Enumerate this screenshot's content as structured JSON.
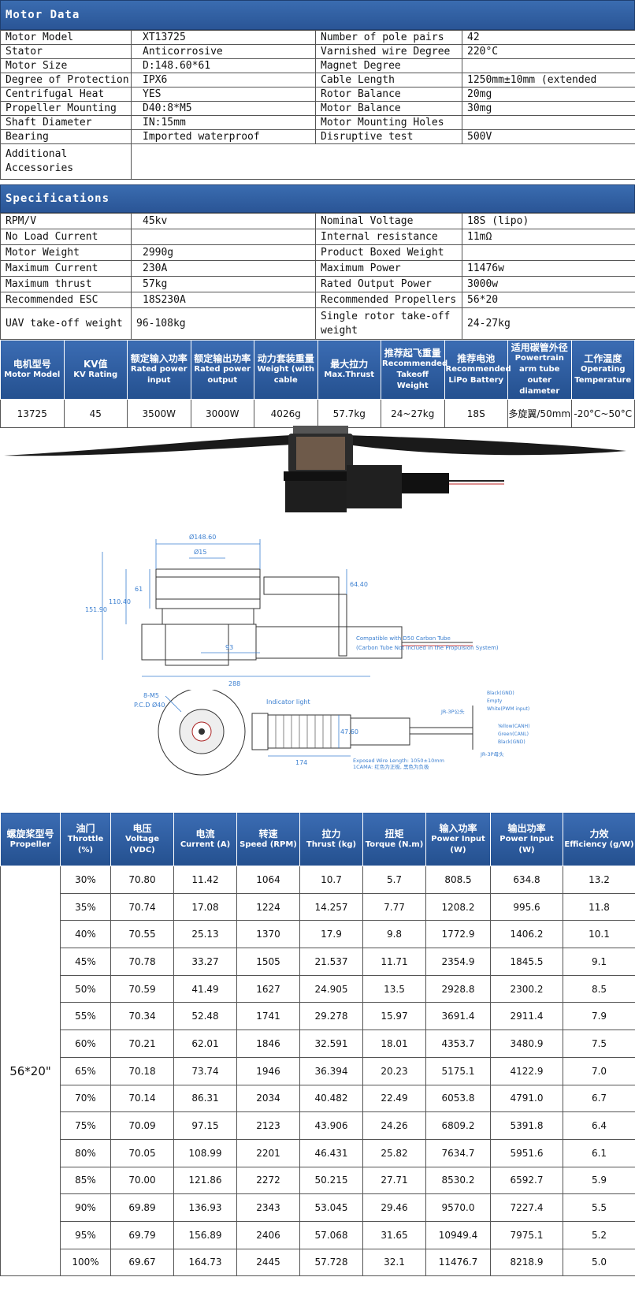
{
  "motor_data": {
    "title": "Motor Data",
    "rows": [
      {
        "k1": "Motor Model",
        "v1": "XT13725",
        "k2": "Number of pole pairs",
        "v2": "42"
      },
      {
        "k1": "Stator",
        "v1": "Anticorrosive",
        "k2": "Varnished wire Degree",
        "v2": "220°C"
      },
      {
        "k1": "Motor Size",
        "v1": "D:148.60*61",
        "k2": "Magnet Degree",
        "v2": ""
      },
      {
        "k1": "Degree of Protection",
        "v1": "IPX6",
        "k2": "Cable Length",
        "v2": "1250mm±10mm  (extended"
      },
      {
        "k1": "Centrifugal Heat",
        "v1": "YES",
        "k2": "Rotor Balance",
        "v2": "20mg"
      },
      {
        "k1": "Propeller Mounting",
        "v1": "D40:8*M5",
        "k2": "Motor Balance",
        "v2": "30mg"
      },
      {
        "k1": "Shaft Diameter",
        "v1": "IN:15mm",
        "k2": "Motor Mounting Holes",
        "v2": ""
      },
      {
        "k1": "Bearing",
        "v1": "Imported waterproof",
        "k2": "Disruptive test",
        "v2": "500V"
      }
    ],
    "accessories_label": "Additional Accessories",
    "accessories_value": ""
  },
  "specifications": {
    "title": "Specifications",
    "rows": [
      {
        "k1": "RPM/V",
        "v1": "45kv",
        "k2": "Nominal Voltage",
        "v2": "18S  (lipo)"
      },
      {
        "k1": "No Load Current",
        "v1": "",
        "k2": "Internal resistance",
        "v2": "11mΩ"
      },
      {
        "k1": "Motor Weight",
        "v1": "2990g",
        "k2": "Product Boxed Weight",
        "v2": ""
      },
      {
        "k1": "Maximum Current",
        "v1": "230A",
        "k2": "Maximum Power",
        "v2": "11476w"
      },
      {
        "k1": "Maximum thrust",
        "v1": "57kg",
        "k2": "Rated Output Power",
        "v2": "3000w"
      },
      {
        "k1": "Recommended ESC",
        "v1": "18S230A",
        "k2": "Recommended Propellers",
        "v2": "56*20"
      }
    ],
    "last": {
      "k1": "UAV take-off weight",
      "v1": "96-108kg",
      "k2": "Single rotor take-off weight",
      "v2": "24-27kg"
    }
  },
  "summary": {
    "headers": [
      {
        "cn": "电机型号",
        "en": "Motor Model"
      },
      {
        "cn": "KV值",
        "en": "KV Rating"
      },
      {
        "cn": "额定输入功率",
        "en": "Rated power input"
      },
      {
        "cn": "额定输出功率",
        "en": "Rated power output"
      },
      {
        "cn": "动力套装重量",
        "en": "Weight (with cable"
      },
      {
        "cn": "最大拉力",
        "en": "Max.Thrust"
      },
      {
        "cn": "推荐起飞重量",
        "en": "Recommended Takeoff Weight"
      },
      {
        "cn": "推荐电池",
        "en": "Recommended LiPo Battery"
      },
      {
        "cn": "适用碳管外径",
        "en": "Powertrain arm tube outer diameter"
      },
      {
        "cn": "工作温度",
        "en": "Operating Temperature"
      }
    ],
    "values": [
      "13725",
      "45",
      "3500W",
      "3000W",
      "4026g",
      "57.7kg",
      "24~27kg",
      "18S",
      "多旋翼/50mm",
      "-20°C~50°C"
    ]
  },
  "drawing": {
    "dims": [
      "Ø148.60",
      "Ø15",
      "61",
      "110.40",
      "151.90",
      "64.40",
      "93",
      "288",
      "174",
      "47.60",
      "8-M5",
      "P.C.D Ø40"
    ],
    "notes": {
      "tube": "Compatible with D50 Carbon Tube",
      "tube_sub": "(Carbon Tube Not Inclued in the Propulsion System)",
      "indicator": "Indicator light",
      "wire": "Exposed Wire Length: 1050±10mm",
      "wire_sub": "1CAMA: 红色为正极, 黑色为负极",
      "jr": "JR-3P公头",
      "jr2": "JR-3P母头",
      "leads": [
        "Black(GND)",
        "Empty",
        "White(PWM input)",
        "Yellow(CANH)",
        "Green(CANL)",
        "Black(GND)"
      ]
    }
  },
  "performance": {
    "headers": [
      {
        "cn": "螺旋桨型号",
        "en": "Propeller"
      },
      {
        "cn": "油门",
        "en": "Throttle (%)"
      },
      {
        "cn": "电压",
        "en": "Voltage (VDC)"
      },
      {
        "cn": "电流",
        "en": "Current (A)"
      },
      {
        "cn": "转速",
        "en": "Speed (RPM)"
      },
      {
        "cn": "拉力",
        "en": "Thrust (kg)"
      },
      {
        "cn": "扭矩",
        "en": "Torque (N.m)"
      },
      {
        "cn": "输入功率",
        "en": "Power Input (W)"
      },
      {
        "cn": "输出功率",
        "en": "Power Input (W)"
      },
      {
        "cn": "力效",
        "en": "Efficiency (g/W)"
      }
    ],
    "propeller": "56*20\"",
    "rows": [
      [
        "30%",
        "70.80",
        "11.42",
        "1064",
        "10.7",
        "5.7",
        "808.5",
        "634.8",
        "13.2"
      ],
      [
        "35%",
        "70.74",
        "17.08",
        "1224",
        "14.257",
        "7.77",
        "1208.2",
        "995.6",
        "11.8"
      ],
      [
        "40%",
        "70.55",
        "25.13",
        "1370",
        "17.9",
        "9.8",
        "1772.9",
        "1406.2",
        "10.1"
      ],
      [
        "45%",
        "70.78",
        "33.27",
        "1505",
        "21.537",
        "11.71",
        "2354.9",
        "1845.5",
        "9.1"
      ],
      [
        "50%",
        "70.59",
        "41.49",
        "1627",
        "24.905",
        "13.5",
        "2928.8",
        "2300.2",
        "8.5"
      ],
      [
        "55%",
        "70.34",
        "52.48",
        "1741",
        "29.278",
        "15.97",
        "3691.4",
        "2911.4",
        "7.9"
      ],
      [
        "60%",
        "70.21",
        "62.01",
        "1846",
        "32.591",
        "18.01",
        "4353.7",
        "3480.9",
        "7.5"
      ],
      [
        "65%",
        "70.18",
        "73.74",
        "1946",
        "36.394",
        "20.23",
        "5175.1",
        "4122.9",
        "7.0"
      ],
      [
        "70%",
        "70.14",
        "86.31",
        "2034",
        "40.482",
        "22.49",
        "6053.8",
        "4791.0",
        "6.7"
      ],
      [
        "75%",
        "70.09",
        "97.15",
        "2123",
        "43.906",
        "24.26",
        "6809.2",
        "5391.8",
        "6.4"
      ],
      [
        "80%",
        "70.05",
        "108.99",
        "2201",
        "46.431",
        "25.82",
        "7634.7",
        "5951.6",
        "6.1"
      ],
      [
        "85%",
        "70.00",
        "121.86",
        "2272",
        "50.215",
        "27.71",
        "8530.2",
        "6592.7",
        "5.9"
      ],
      [
        "90%",
        "69.89",
        "136.93",
        "2343",
        "53.045",
        "29.46",
        "9570.0",
        "7227.4",
        "5.5"
      ],
      [
        "95%",
        "69.79",
        "156.89",
        "2406",
        "57.068",
        "31.65",
        "10949.4",
        "7975.1",
        "5.2"
      ],
      [
        "100%",
        "69.67",
        "164.73",
        "2445",
        "57.728",
        "32.1",
        "11476.7",
        "8218.9",
        "5.0"
      ]
    ]
  }
}
